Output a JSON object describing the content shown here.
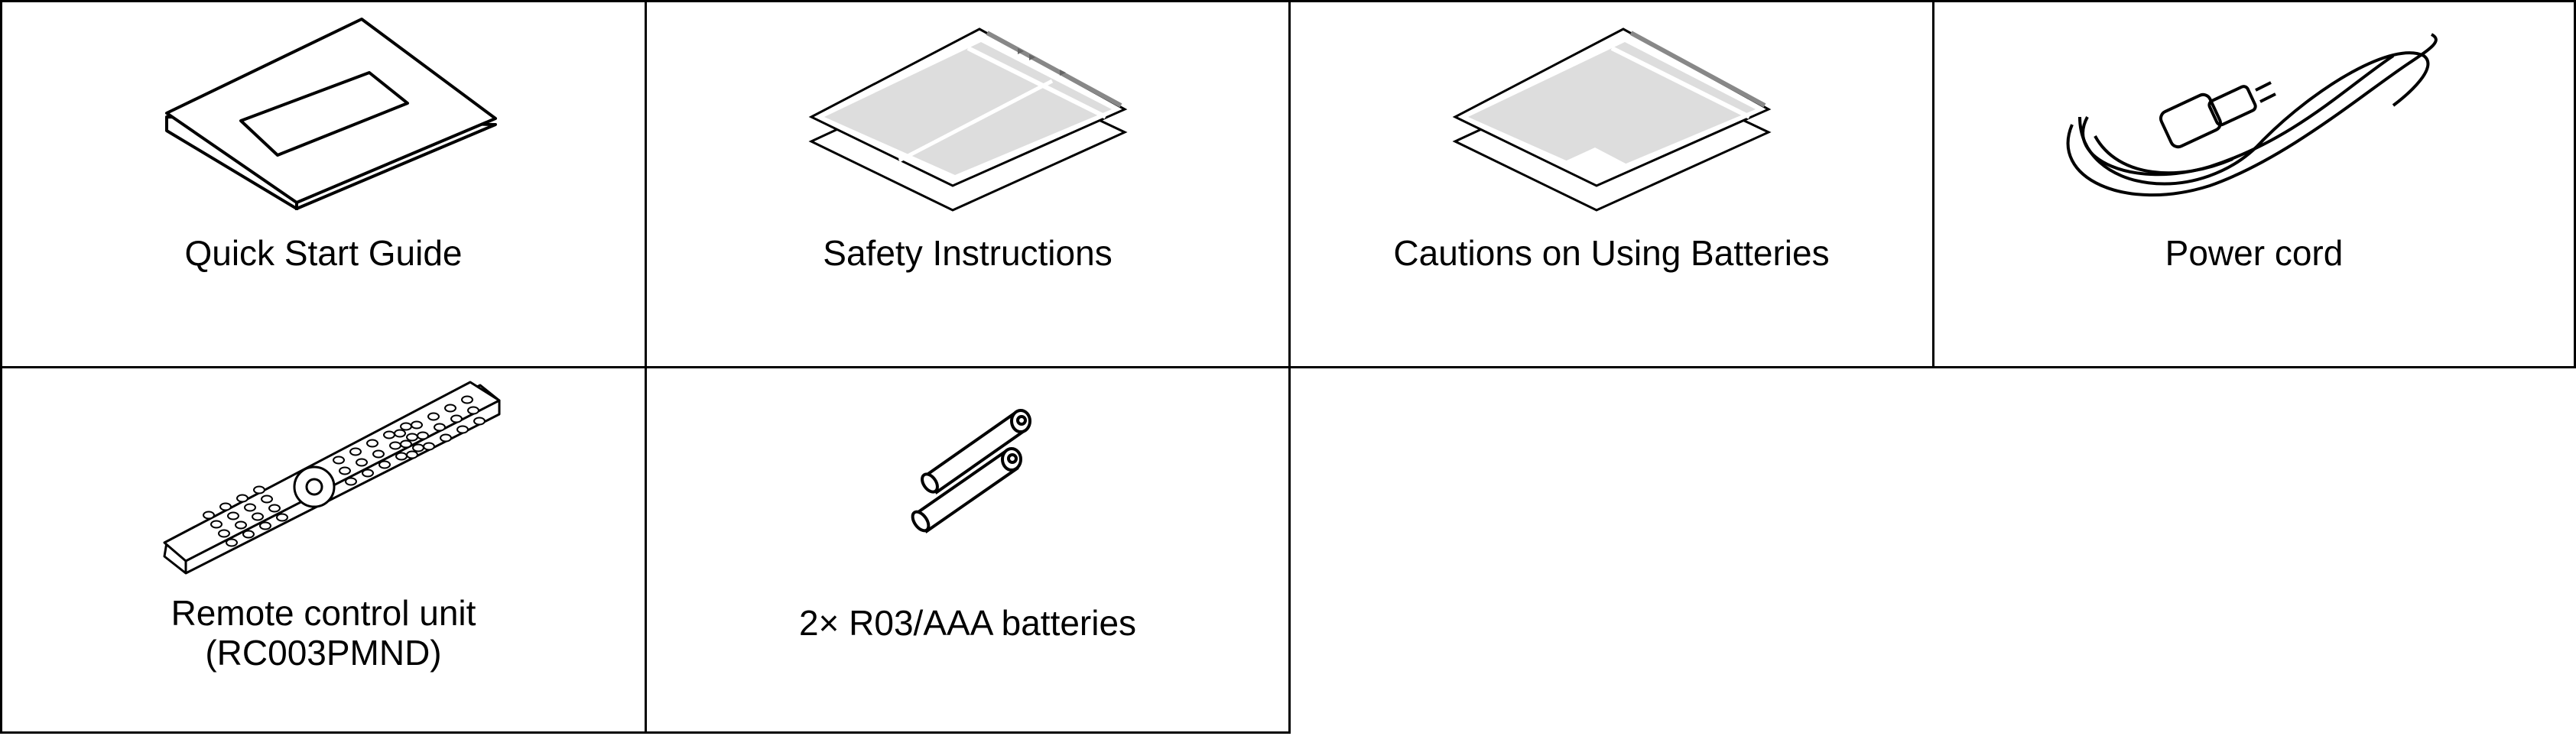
{
  "items": [
    {
      "label": "Quick Start Guide",
      "icon": "booklet-icon"
    },
    {
      "label": "Safety Instructions",
      "icon": "leaflet-icon"
    },
    {
      "label": "Cautions on Using Batteries",
      "icon": "leaflet-icon"
    },
    {
      "label": "Power cord",
      "icon": "power-cord-icon"
    },
    {
      "label_line1": "Remote control unit",
      "label_line2": "(RC003PMND)",
      "icon": "remote-control-icon"
    },
    {
      "label": "2× R03/AAA batteries",
      "icon": "batteries-icon"
    }
  ]
}
